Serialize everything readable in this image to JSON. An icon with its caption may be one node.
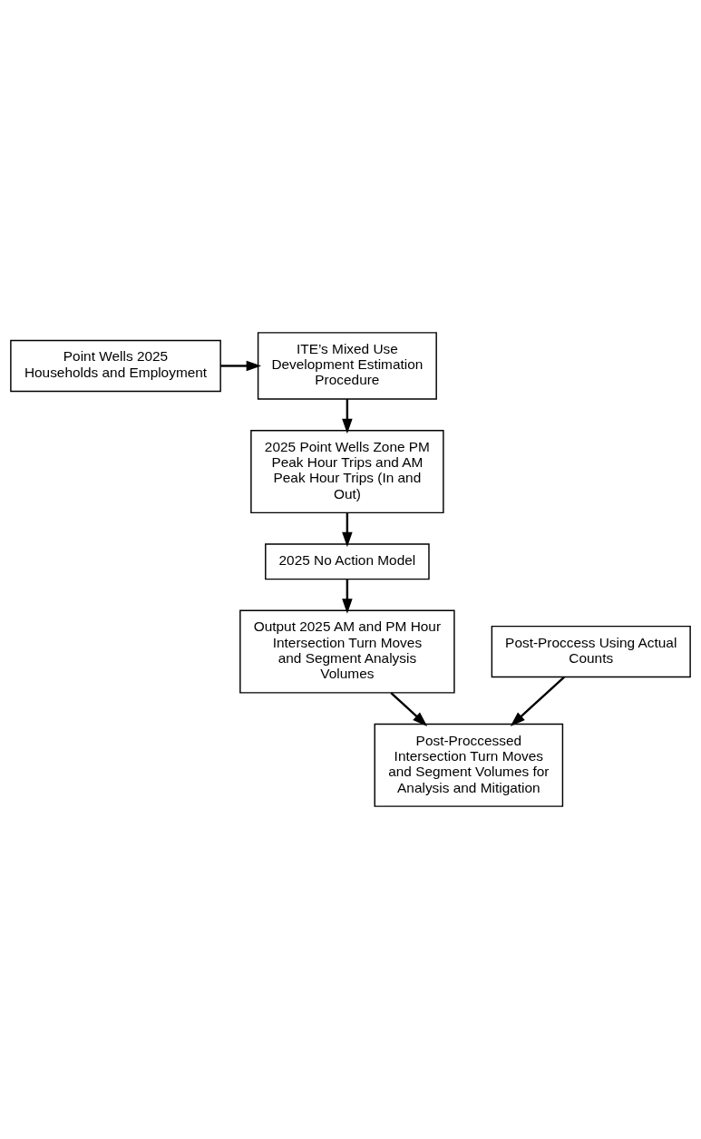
{
  "diagram": {
    "nodes": [
      {
        "text": [
          "Point Wells 2025 Households and Employment"
        ]
      },
      {
        "text": [
          "ITE’s Mixed Use Development Estimation Procedure"
        ]
      },
      {
        "text": [
          "2025 Point Wells Zone PM Peak Hour Trips and AM Peak Hour Trips (In and Out)"
        ]
      },
      {
        "text": [
          "2025 No Action Model"
        ]
      },
      {
        "text": [
          "Output 2025 AM and PM Hour Intersection Turn Moves and Segment Analysis Volumes"
        ]
      },
      {
        "text": [
          "Post-Proccess Using Actual Counts"
        ]
      },
      {
        "text": [
          "Post-Proccessed Intersection Turn Moves and Segment Volumes for Analysis and Mitigation"
        ]
      }
    ],
    "edges": [
      {
        "from": 0,
        "to": 1,
        "arrow": "to"
      },
      {
        "from": 1,
        "to": 2,
        "arrow": "to"
      },
      {
        "from": 2,
        "to": 3,
        "arrow": "to"
      },
      {
        "from": 3,
        "to": 4,
        "arrow": "to"
      },
      {
        "from": 4,
        "to": 6,
        "arrow": "to"
      },
      {
        "from": 5,
        "to": 6,
        "arrow": "to"
      }
    ]
  }
}
